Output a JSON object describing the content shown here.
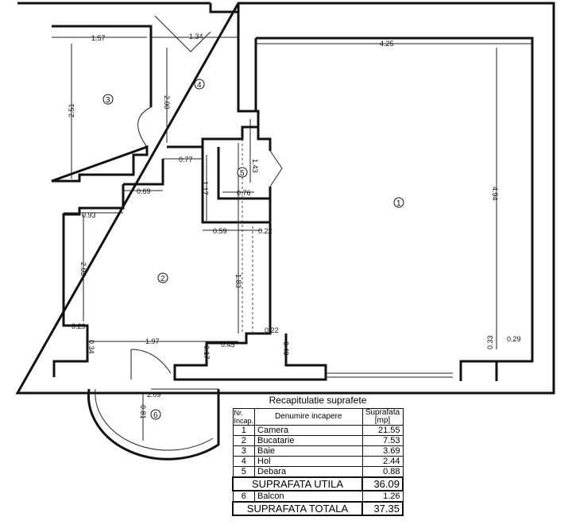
{
  "rooms": [
    {
      "nr": "1",
      "name": "Camera",
      "area": "21.55"
    },
    {
      "nr": "2",
      "name": "Bucatarie",
      "area": "7.53"
    },
    {
      "nr": "3",
      "name": "Baie",
      "area": "3.69"
    },
    {
      "nr": "4",
      "name": "Hol",
      "area": "2.44"
    },
    {
      "nr": "5",
      "name": "Debara",
      "area": "0.88"
    },
    {
      "nr": "6",
      "name": "Balcon",
      "area": "1.26"
    }
  ],
  "dimensions": {
    "d157": "1.57",
    "d134": "1.34",
    "d425": "4.25",
    "d251": "2.51",
    "d200": "2.00",
    "d077": "0.77",
    "d143": "1.43",
    "d069": "0.69",
    "d076": "0.76",
    "d117": "1.17",
    "d093": "0.93",
    "d059": "0.59",
    "d022a": "0.22",
    "d494": "4.94",
    "d203": "2.03",
    "d183": "1.83",
    "d029l": "0.29",
    "d034": "0.34",
    "d197": "1.97",
    "d045": "0.45",
    "d017": "0.17",
    "d022b": "0.22",
    "d040": "0.40",
    "d033": "0.33",
    "d029r": "0.29",
    "d209": "2.09",
    "d081": "0.81"
  },
  "table": {
    "title": "Recapitulatie suprafete",
    "headers": {
      "nr": "Nr. Incap.",
      "name": "Denumire incapere",
      "area": "Suprafata [mp]"
    },
    "utila_label": "SUPRAFATA UTILA",
    "utila_value": "36.09",
    "totala_label": "SUPRAFATA TOTALA",
    "totala_value": "37.35"
  }
}
